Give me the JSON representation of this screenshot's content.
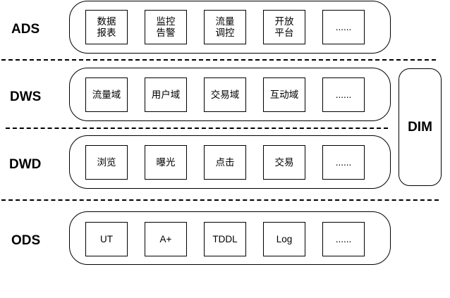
{
  "layers": [
    {
      "name": "ADS",
      "items": [
        "数据\n报表",
        "监控\n告警",
        "流量\n调控",
        "开放\n平台",
        "......"
      ]
    },
    {
      "name": "DWS",
      "items": [
        "流量域",
        "用户域",
        "交易域",
        "互动域",
        "......"
      ]
    },
    {
      "name": "DWD",
      "items": [
        "浏览",
        "曝光",
        "点击",
        "交易",
        "......"
      ]
    },
    {
      "name": "ODS",
      "items": [
        "UT",
        "A+",
        "TDDL",
        "Log",
        "......"
      ]
    }
  ],
  "dim": "DIM"
}
